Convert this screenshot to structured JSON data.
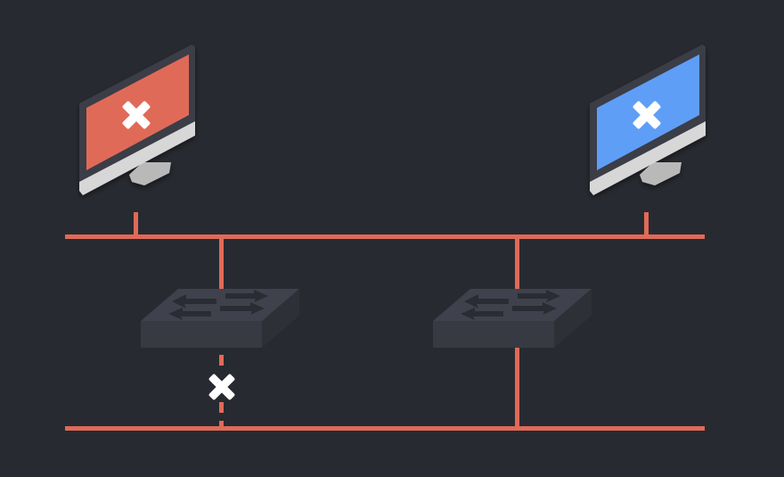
{
  "colors": {
    "background": "#282a31",
    "link": "#e06a58",
    "monitor_left_screen": "#e06a58",
    "monitor_right_screen": "#5f9ef7",
    "monitor_bezel": "#3a3d46",
    "monitor_chin": "#d7d7d7",
    "monitor_stand": "#b9b9b9",
    "switch_top": "#3f424c",
    "switch_front": "#373a43",
    "switch_side": "#2e3038",
    "switch_arrow": "#2a2c33",
    "mark": "#ffffff"
  },
  "icons": {
    "monitor_left_status": "x-mark-icon",
    "monitor_right_status": "x-mark-icon",
    "broken_link_status": "x-mark-icon",
    "switch_symbol": "bidirectional-arrows-icon"
  },
  "diagram": {
    "nodes": [
      {
        "id": "host-left",
        "type": "computer",
        "status": "disconnected"
      },
      {
        "id": "host-right",
        "type": "computer",
        "status": "disconnected"
      },
      {
        "id": "switch-1",
        "type": "switch"
      },
      {
        "id": "switch-2",
        "type": "switch"
      }
    ],
    "links": [
      {
        "from": "host-left",
        "to": "bus-upper",
        "state": "up"
      },
      {
        "from": "host-right",
        "to": "bus-upper",
        "state": "up"
      },
      {
        "from": "bus-upper",
        "to": "switch-1",
        "state": "up"
      },
      {
        "from": "bus-upper",
        "to": "switch-2",
        "state": "up"
      },
      {
        "from": "switch-1",
        "to": "bus-lower",
        "state": "broken"
      },
      {
        "from": "switch-2",
        "to": "bus-lower",
        "state": "up"
      }
    ]
  }
}
